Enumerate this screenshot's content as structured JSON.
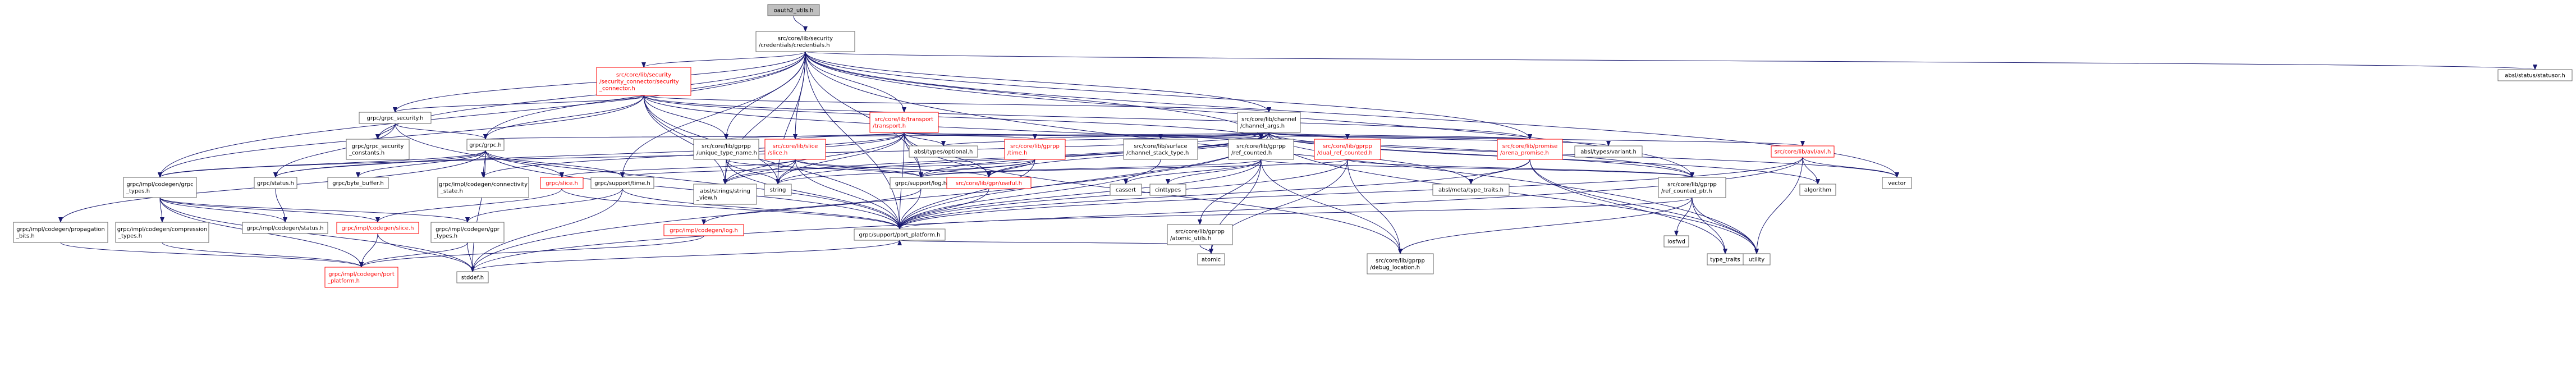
{
  "colors": {
    "edge": "#191970",
    "node_stroke_normal": "#666666",
    "node_stroke_truncated": "#ff0000",
    "node_fill_normal": "#ffffff",
    "node_fill_root": "#bfbfbf",
    "text_normal": "#000000",
    "text_truncated": "#ff0000"
  },
  "nodes": [
    {
      "id": "oauth2",
      "lines": [
        "oauth2_utils.h"
      ],
      "kind": "root"
    },
    {
      "id": "credentials",
      "lines": [
        "src/core/lib/security",
        "/credentials/credentials.h"
      ],
      "kind": "normal"
    },
    {
      "id": "secconn",
      "lines": [
        "src/core/lib/security",
        "/security_connector/security",
        "_connector.h"
      ],
      "kind": "truncated"
    },
    {
      "id": "status_h",
      "lines": [
        "absl/status/statusor.h"
      ],
      "kind": "normal"
    },
    {
      "id": "grpc_security",
      "lines": [
        "grpc/grpc_security.h"
      ],
      "kind": "normal"
    },
    {
      "id": "transport",
      "lines": [
        "src/core/lib/transport",
        "/transport.h"
      ],
      "kind": "truncated"
    },
    {
      "id": "channel_args",
      "lines": [
        "src/core/lib/channel",
        "/channel_args.h"
      ],
      "kind": "normal"
    },
    {
      "id": "grpc_sec_const",
      "lines": [
        "grpc/grpc_security",
        "_constants.h"
      ],
      "kind": "normal"
    },
    {
      "id": "grpc_h",
      "lines": [
        "grpc/grpc.h"
      ],
      "kind": "normal"
    },
    {
      "id": "unique_type_name",
      "lines": [
        "src/core/lib/gprpp",
        "/unique_type_name.h"
      ],
      "kind": "normal"
    },
    {
      "id": "slice_h",
      "lines": [
        "src/core/lib/slice",
        "/slice.h"
      ],
      "kind": "truncated"
    },
    {
      "id": "abseil_optional",
      "lines": [
        "absl/types/optional.h"
      ],
      "kind": "normal"
    },
    {
      "id": "gprpp_time",
      "lines": [
        "src/core/lib/gprpp",
        "/time.h"
      ],
      "kind": "truncated"
    },
    {
      "id": "channel_stack_type",
      "lines": [
        "src/core/lib/surface",
        "/channel_stack_type.h"
      ],
      "kind": "normal"
    },
    {
      "id": "ref_counted",
      "lines": [
        "src/core/lib/gprpp",
        "/ref_counted.h"
      ],
      "kind": "normal"
    },
    {
      "id": "dual_ref_counted",
      "lines": [
        "src/core/lib/gprpp",
        "/dual_ref_counted.h"
      ],
      "kind": "truncated"
    },
    {
      "id": "arena_promise",
      "lines": [
        "src/core/lib/promise",
        "/arena_promise.h"
      ],
      "kind": "truncated"
    },
    {
      "id": "abseil_variant",
      "lines": [
        "absl/types/variant.h"
      ],
      "kind": "normal"
    },
    {
      "id": "avl",
      "lines": [
        "src/core/lib/avl/avl.h"
      ],
      "kind": "truncated"
    },
    {
      "id": "vector",
      "lines": [
        "vector"
      ],
      "kind": "normal"
    },
    {
      "id": "impl_grpc_types",
      "lines": [
        "grpc/impl/codegen/grpc",
        "_types.h"
      ],
      "kind": "normal"
    },
    {
      "id": "status",
      "lines": [
        "grpc/status.h"
      ],
      "kind": "normal"
    },
    {
      "id": "byte_buffer",
      "lines": [
        "grpc/byte_buffer.h"
      ],
      "kind": "normal"
    },
    {
      "id": "connectivity_state",
      "lines": [
        "grpc/impl/codegen/connectivity",
        "_state.h"
      ],
      "kind": "normal"
    },
    {
      "id": "grpc_slice",
      "lines": [
        "grpc/slice.h"
      ],
      "kind": "truncated"
    },
    {
      "id": "support_time",
      "lines": [
        "grpc/support/time.h"
      ],
      "kind": "normal"
    },
    {
      "id": "abseil_string_view",
      "lines": [
        "absl/strings/string",
        "_view.h"
      ],
      "kind": "normal"
    },
    {
      "id": "string",
      "lines": [
        "string"
      ],
      "kind": "normal"
    },
    {
      "id": "support_log",
      "lines": [
        "grpc/support/log.h"
      ],
      "kind": "normal"
    },
    {
      "id": "gpr_useful",
      "lines": [
        "src/core/lib/gpr/useful.h"
      ],
      "kind": "truncated"
    },
    {
      "id": "cassert",
      "lines": [
        "cassert"
      ],
      "kind": "normal"
    },
    {
      "id": "cinttypes",
      "lines": [
        "cinttypes"
      ],
      "kind": "normal"
    },
    {
      "id": "atomic_utils",
      "lines": [
        "src/core/lib/gprpp",
        "/atomic_utils.h"
      ],
      "kind": "normal"
    },
    {
      "id": "ref_counted_ptr",
      "lines": [
        "src/core/lib/gprpp",
        "/ref_counted_ptr.h"
      ],
      "kind": "normal"
    },
    {
      "id": "type_traits_absl",
      "lines": [
        "absl/meta/type_traits.h"
      ],
      "kind": "normal"
    },
    {
      "id": "algorithm",
      "lines": [
        "algorithm"
      ],
      "kind": "normal"
    },
    {
      "id": "propagation_bits",
      "lines": [
        "grpc/impl/codegen/propagation",
        "_bits.h"
      ],
      "kind": "normal"
    },
    {
      "id": "compression_types",
      "lines": [
        "grpc/impl/codegen/compression",
        "_types.h"
      ],
      "kind": "normal"
    },
    {
      "id": "codegen_status",
      "lines": [
        "grpc/impl/codegen/status.h"
      ],
      "kind": "normal"
    },
    {
      "id": "codegen_slice",
      "lines": [
        "grpc/impl/codegen/slice.h"
      ],
      "kind": "truncated"
    },
    {
      "id": "codegen_gpr_types",
      "lines": [
        "grpc/impl/codegen/gpr",
        "_types.h"
      ],
      "kind": "normal"
    },
    {
      "id": "codegen_log",
      "lines": [
        "grpc/impl/codegen/log.h"
      ],
      "kind": "truncated"
    },
    {
      "id": "port_platform",
      "lines": [
        "grpc/support/port_platform.h"
      ],
      "kind": "normal"
    },
    {
      "id": "atomic",
      "lines": [
        "atomic"
      ],
      "kind": "normal"
    },
    {
      "id": "debug_location",
      "lines": [
        "src/core/lib/gprpp",
        "/debug_location.h"
      ],
      "kind": "normal"
    },
    {
      "id": "iosfwd",
      "lines": [
        "iosfwd"
      ],
      "kind": "normal"
    },
    {
      "id": "type_traits",
      "lines": [
        "type_traits"
      ],
      "kind": "normal"
    },
    {
      "id": "utility",
      "lines": [
        "utility"
      ],
      "kind": "normal"
    },
    {
      "id": "codegen_port_platform",
      "lines": [
        "grpc/impl/codegen/port",
        "_platform.h"
      ],
      "kind": "truncated"
    },
    {
      "id": "stddef",
      "lines": [
        "stddef.h"
      ],
      "kind": "normal"
    }
  ],
  "edges": [
    [
      "oauth2",
      "credentials"
    ],
    [
      "credentials",
      "secconn"
    ],
    [
      "credentials",
      "status_h"
    ],
    [
      "credentials",
      "grpc_security"
    ],
    [
      "credentials",
      "transport"
    ],
    [
      "credentials",
      "channel_args"
    ],
    [
      "credentials",
      "grpc_sec_const"
    ],
    [
      "credentials",
      "grpc_h"
    ],
    [
      "credentials",
      "unique_type_name"
    ],
    [
      "credentials",
      "slice_h"
    ],
    [
      "credentials",
      "ref_counted"
    ],
    [
      "credentials",
      "ref_counted_ptr"
    ],
    [
      "credentials",
      "arena_promise"
    ],
    [
      "credentials",
      "impl_grpc_types"
    ],
    [
      "credentials",
      "support_log"
    ],
    [
      "credentials",
      "string"
    ],
    [
      "credentials",
      "vector"
    ],
    [
      "credentials",
      "utility"
    ],
    [
      "credentials",
      "abseil_string_view"
    ],
    [
      "credentials",
      "port_platform"
    ],
    [
      "credentials",
      "support_time"
    ],
    [
      "secconn",
      "grpc_security"
    ],
    [
      "secconn",
      "grpc_h"
    ],
    [
      "secconn",
      "unique_type_name"
    ],
    [
      "secconn",
      "channel_args"
    ],
    [
      "secconn",
      "ref_counted"
    ],
    [
      "secconn",
      "arena_promise"
    ],
    [
      "secconn",
      "impl_grpc_types"
    ],
    [
      "secconn",
      "abseil_string_view"
    ],
    [
      "secconn",
      "port_platform"
    ],
    [
      "secconn",
      "ref_counted_ptr"
    ],
    [
      "secconn",
      "string"
    ],
    [
      "grpc_security",
      "grpc_h"
    ],
    [
      "grpc_security",
      "grpc_sec_const"
    ],
    [
      "grpc_security",
      "status"
    ],
    [
      "grpc_security",
      "port_platform"
    ],
    [
      "transport",
      "abseil_optional"
    ],
    [
      "transport",
      "slice_h"
    ],
    [
      "transport",
      "unique_type_name"
    ],
    [
      "transport",
      "gprpp_time"
    ],
    [
      "transport",
      "connectivity_state"
    ],
    [
      "transport",
      "string"
    ],
    [
      "transport",
      "support_log"
    ],
    [
      "transport",
      "gpr_useful"
    ],
    [
      "transport",
      "port_platform"
    ],
    [
      "transport",
      "abseil_string_view"
    ],
    [
      "transport",
      "status"
    ],
    [
      "transport",
      "ref_counted"
    ],
    [
      "transport",
      "debug_location"
    ],
    [
      "transport",
      "arena_promise"
    ],
    [
      "channel_args",
      "abseil_optional"
    ],
    [
      "channel_args",
      "gprpp_time"
    ],
    [
      "channel_args",
      "channel_stack_type"
    ],
    [
      "channel_args",
      "ref_counted"
    ],
    [
      "channel_args",
      "dual_ref_counted"
    ],
    [
      "channel_args",
      "arena_promise"
    ],
    [
      "channel_args",
      "abseil_variant"
    ],
    [
      "channel_args",
      "avl"
    ],
    [
      "channel_args",
      "vector"
    ],
    [
      "channel_args",
      "string"
    ],
    [
      "channel_args",
      "abseil_string_view"
    ],
    [
      "channel_args",
      "support_log"
    ],
    [
      "channel_args",
      "gpr_useful"
    ],
    [
      "channel_args",
      "port_platform"
    ],
    [
      "channel_args",
      "ref_counted_ptr"
    ],
    [
      "channel_args",
      "type_traits_absl"
    ],
    [
      "channel_args",
      "algorithm"
    ],
    [
      "channel_args",
      "utility"
    ],
    [
      "channel_args",
      "stddef"
    ],
    [
      "channel_args",
      "grpc_h"
    ],
    [
      "channel_args",
      "impl_grpc_types"
    ],
    [
      "grpc_h",
      "impl_grpc_types"
    ],
    [
      "grpc_h",
      "status"
    ],
    [
      "grpc_h",
      "byte_buffer"
    ],
    [
      "grpc_h",
      "connectivity_state"
    ],
    [
      "grpc_h",
      "grpc_slice"
    ],
    [
      "grpc_h",
      "support_time"
    ],
    [
      "grpc_h",
      "propagation_bits"
    ],
    [
      "grpc_h",
      "port_platform"
    ],
    [
      "grpc_h",
      "stddef"
    ],
    [
      "unique_type_name",
      "abseil_string_view"
    ],
    [
      "unique_type_name",
      "string"
    ],
    [
      "unique_type_name",
      "port_platform"
    ],
    [
      "unique_type_name",
      "support_log"
    ],
    [
      "slice_h",
      "string"
    ],
    [
      "slice_h",
      "abseil_string_view"
    ],
    [
      "slice_h",
      "grpc_slice"
    ],
    [
      "slice_h",
      "support_log"
    ],
    [
      "slice_h",
      "port_platform"
    ],
    [
      "slice_h",
      "gpr_useful"
    ],
    [
      "gprpp_time",
      "string"
    ],
    [
      "gprpp_time",
      "support_time"
    ],
    [
      "gprpp_time",
      "support_log"
    ],
    [
      "gprpp_time",
      "gpr_useful"
    ],
    [
      "gprpp_time",
      "port_platform"
    ],
    [
      "channel_stack_type",
      "port_platform"
    ],
    [
      "ref_counted",
      "support_log"
    ],
    [
      "ref_counted",
      "cassert"
    ],
    [
      "ref_counted",
      "cinttypes"
    ],
    [
      "ref_counted",
      "atomic"
    ],
    [
      "ref_counted",
      "atomic_utils"
    ],
    [
      "ref_counted",
      "debug_location"
    ],
    [
      "ref_counted",
      "ref_counted_ptr"
    ],
    [
      "ref_counted",
      "port_platform"
    ],
    [
      "dual_ref_counted",
      "support_log"
    ],
    [
      "dual_ref_counted",
      "atomic"
    ],
    [
      "dual_ref_counted",
      "debug_location"
    ],
    [
      "dual_ref_counted",
      "ref_counted_ptr"
    ],
    [
      "dual_ref_counted",
      "port_platform"
    ],
    [
      "arena_promise",
      "type_traits_absl"
    ],
    [
      "arena_promise",
      "utility"
    ],
    [
      "arena_promise",
      "type_traits"
    ],
    [
      "arena_promise",
      "port_platform"
    ],
    [
      "avl",
      "algorithm"
    ],
    [
      "avl",
      "vector"
    ],
    [
      "avl",
      "utility"
    ],
    [
      "avl",
      "stddef"
    ],
    [
      "avl",
      "port_platform"
    ],
    [
      "impl_grpc_types",
      "codegen_status"
    ],
    [
      "impl_grpc_types",
      "codegen_slice"
    ],
    [
      "impl_grpc_types",
      "codegen_gpr_types"
    ],
    [
      "impl_grpc_types",
      "compression_types"
    ],
    [
      "impl_grpc_types",
      "codegen_port_platform"
    ],
    [
      "impl_grpc_types",
      "stddef"
    ],
    [
      "status",
      "codegen_status"
    ],
    [
      "grpc_slice",
      "codegen_slice"
    ],
    [
      "grpc_slice",
      "port_platform"
    ],
    [
      "support_time",
      "codegen_gpr_types"
    ],
    [
      "support_time",
      "port_platform"
    ],
    [
      "support_time",
      "stddef"
    ],
    [
      "support_log",
      "codegen_log"
    ],
    [
      "support_log",
      "port_platform"
    ],
    [
      "gpr_useful",
      "port_platform"
    ],
    [
      "atomic_utils",
      "atomic"
    ],
    [
      "atomic_utils",
      "port_platform"
    ],
    [
      "ref_counted_ptr",
      "iosfwd"
    ],
    [
      "ref_counted_ptr",
      "type_traits"
    ],
    [
      "ref_counted_ptr",
      "utility"
    ],
    [
      "ref_counted_ptr",
      "debug_location"
    ],
    [
      "ref_counted_ptr",
      "port_platform"
    ],
    [
      "propagation_bits",
      "codegen_port_platform"
    ],
    [
      "compression_types",
      "codegen_port_platform"
    ],
    [
      "codegen_slice",
      "codegen_port_platform"
    ],
    [
      "codegen_slice",
      "stddef"
    ],
    [
      "codegen_gpr_types",
      "codegen_port_platform"
    ],
    [
      "codegen_gpr_types",
      "stddef"
    ],
    [
      "codegen_log",
      "codegen_port_platform"
    ],
    [
      "port_platform",
      "stddef"
    ]
  ]
}
